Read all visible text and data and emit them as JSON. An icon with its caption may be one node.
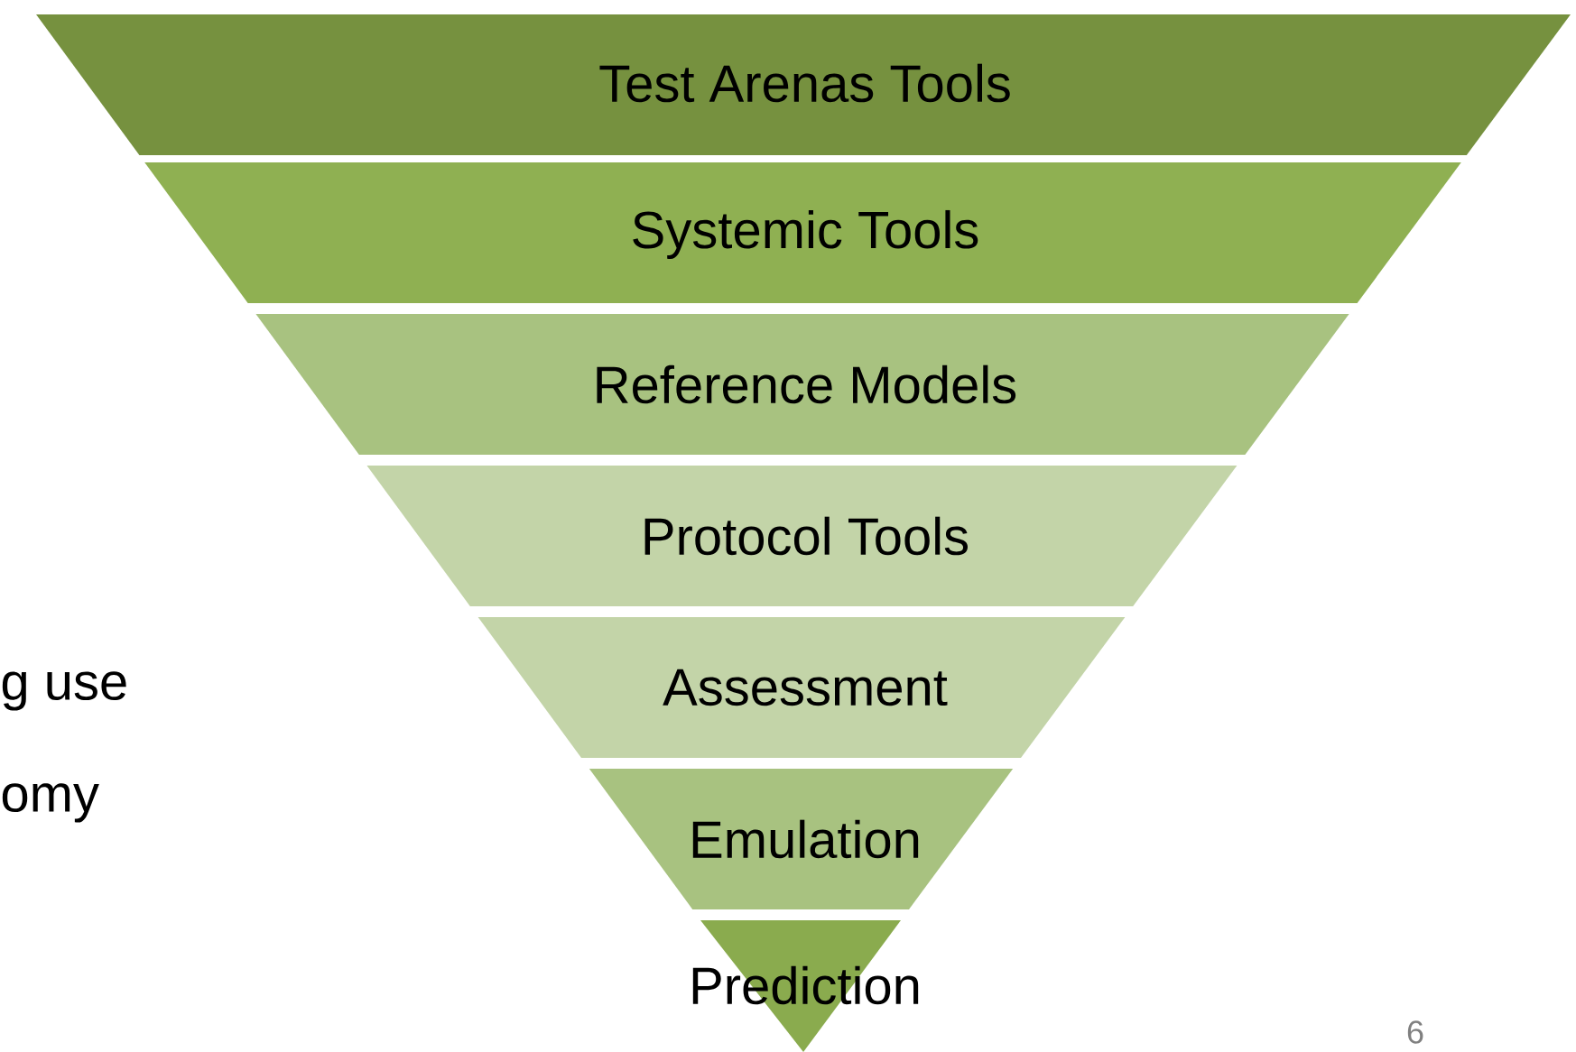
{
  "diagram": {
    "nodes": [
      {
        "text": [
          "Test Arenas Tools"
        ]
      },
      {
        "text": [
          "Systemic Tools"
        ]
      },
      {
        "text": [
          "Reference Models"
        ]
      },
      {
        "text": [
          "Protocol Tools"
        ]
      },
      {
        "text": [
          "Assessment"
        ]
      },
      {
        "text": [
          "Emulation"
        ]
      },
      {
        "text": [
          "Prediction"
        ]
      }
    ],
    "labels": [
      "g use",
      "omy",
      "6"
    ]
  }
}
